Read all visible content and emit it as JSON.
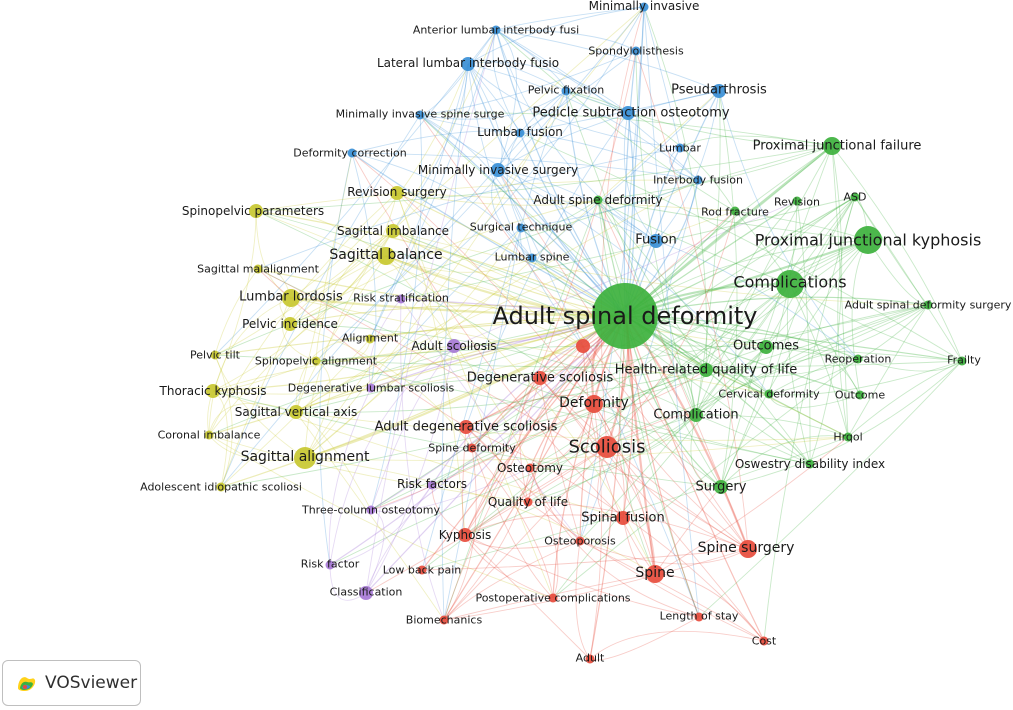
{
  "colors": {
    "red": "#e74c3c",
    "green": "#3db13d",
    "blue": "#3a8fd6",
    "yellow": "#c8c830",
    "purple": "#a77ad6"
  },
  "logo": {
    "label": "VOSviewer",
    "icon": "vosviewer-logo-icon"
  },
  "nodes": [
    {
      "id": "asd_main",
      "label": "Adult spinal deformity",
      "cluster": "green",
      "weight": 10
    },
    {
      "id": "pjk",
      "label": "Proximal junctional kyphosis",
      "cluster": "green",
      "weight": 5
    },
    {
      "id": "complications",
      "label": "Complications",
      "cluster": "green",
      "weight": 5
    },
    {
      "id": "pjf",
      "label": "Proximal junctional failure",
      "cluster": "green",
      "weight": 3
    },
    {
      "id": "asd_abbr",
      "label": "ASD",
      "cluster": "green",
      "weight": 1
    },
    {
      "id": "revision",
      "label": "Revision",
      "cluster": "green",
      "weight": 1
    },
    {
      "id": "rodfracture",
      "label": "Rod fracture",
      "cluster": "green",
      "weight": 1
    },
    {
      "id": "adsurgery",
      "label": "Adult spinal deformity surgery",
      "cluster": "green",
      "weight": 1
    },
    {
      "id": "outcomes",
      "label": "Outcomes",
      "cluster": "green",
      "weight": 2
    },
    {
      "id": "reoperation",
      "label": "Reoperation",
      "cluster": "green",
      "weight": 1
    },
    {
      "id": "frailty",
      "label": "Frailty",
      "cluster": "green",
      "weight": 1
    },
    {
      "id": "hrql_full",
      "label": "Health-related quality of life",
      "cluster": "green",
      "weight": 2
    },
    {
      "id": "cervical",
      "label": "Cervical deformity",
      "cluster": "green",
      "weight": 1
    },
    {
      "id": "outcome",
      "label": "Outcome",
      "cluster": "green",
      "weight": 1
    },
    {
      "id": "complication",
      "label": "Complication",
      "cluster": "green",
      "weight": 2
    },
    {
      "id": "hrqol",
      "label": "Hrqol",
      "cluster": "green",
      "weight": 1
    },
    {
      "id": "odi",
      "label": "Oswestry disability index",
      "cluster": "green",
      "weight": 1
    },
    {
      "id": "surgery",
      "label": "Surgery",
      "cluster": "green",
      "weight": 2
    },
    {
      "id": "adultspinedef",
      "label": "Adult spine deformity",
      "cluster": "green",
      "weight": 1
    },
    {
      "id": "minimally_invasive",
      "label": "Minimally invasive",
      "cluster": "blue",
      "weight": 1
    },
    {
      "id": "alif",
      "label": "Anterior lumbar interbody fusi",
      "cluster": "blue",
      "weight": 1
    },
    {
      "id": "spondylo",
      "label": "Spondylolisthesis",
      "cluster": "blue",
      "weight": 1
    },
    {
      "id": "llif",
      "label": "Lateral lumbar interbody fusio",
      "cluster": "blue",
      "weight": 2
    },
    {
      "id": "pelvicfix",
      "label": "Pelvic fixation",
      "cluster": "blue",
      "weight": 1
    },
    {
      "id": "pseudarthrosis",
      "label": "Pseudarthrosis",
      "cluster": "blue",
      "weight": 2
    },
    {
      "id": "miss",
      "label": "Minimally invasive spine surge",
      "cluster": "blue",
      "weight": 1
    },
    {
      "id": "pso",
      "label": "Pedicle subtraction osteotomy",
      "cluster": "blue",
      "weight": 2
    },
    {
      "id": "lumbarfusion",
      "label": "Lumbar fusion",
      "cluster": "blue",
      "weight": 1
    },
    {
      "id": "lumbar",
      "label": "Lumbar",
      "cluster": "blue",
      "weight": 1
    },
    {
      "id": "defcorr",
      "label": "Deformity correction",
      "cluster": "blue",
      "weight": 1
    },
    {
      "id": "mis",
      "label": "Minimally invasive surgery",
      "cluster": "blue",
      "weight": 2
    },
    {
      "id": "interbody",
      "label": "Interbody fusion",
      "cluster": "blue",
      "weight": 1
    },
    {
      "id": "surgtech",
      "label": "Surgical technique",
      "cluster": "blue",
      "weight": 1
    },
    {
      "id": "fusion",
      "label": "Fusion",
      "cluster": "blue",
      "weight": 2
    },
    {
      "id": "lumbarspine",
      "label": "Lumbar spine",
      "cluster": "blue",
      "weight": 1
    },
    {
      "id": "revsurgery",
      "label": "Revision surgery",
      "cluster": "yellow",
      "weight": 2
    },
    {
      "id": "spinopelvic_params",
      "label": "Spinopelvic parameters",
      "cluster": "yellow",
      "weight": 2
    },
    {
      "id": "sag_imbalance",
      "label": "Sagittal imbalance",
      "cluster": "yellow",
      "weight": 2
    },
    {
      "id": "sag_balance",
      "label": "Sagittal balance",
      "cluster": "yellow",
      "weight": 3
    },
    {
      "id": "sag_malalign",
      "label": "Sagittal malalignment",
      "cluster": "yellow",
      "weight": 1
    },
    {
      "id": "lumbar_lordosis",
      "label": "Lumbar lordosis",
      "cluster": "yellow",
      "weight": 3
    },
    {
      "id": "pelvic_incidence",
      "label": "Pelvic incidence",
      "cluster": "yellow",
      "weight": 2
    },
    {
      "id": "alignment",
      "label": "Alignment",
      "cluster": "yellow",
      "weight": 1
    },
    {
      "id": "pelvic_tilt",
      "label": "Pelvic tilt",
      "cluster": "yellow",
      "weight": 1
    },
    {
      "id": "spinopelvic_align",
      "label": "Spinopelvic alignment",
      "cluster": "yellow",
      "weight": 1
    },
    {
      "id": "thoracic_kyphosis",
      "label": "Thoracic kyphosis",
      "cluster": "yellow",
      "weight": 2
    },
    {
      "id": "svα",
      "label": "Sagittal vertical axis",
      "cluster": "yellow",
      "weight": 2
    },
    {
      "id": "coronal_imbalance",
      "label": "Coronal imbalance",
      "cluster": "yellow",
      "weight": 1
    },
    {
      "id": "sag_alignment",
      "label": "Sagittal alignment",
      "cluster": "yellow",
      "weight": 4
    },
    {
      "id": "ais",
      "label": "Adolescent idiopathic scoliosi",
      "cluster": "yellow",
      "weight": 1
    },
    {
      "id": "risk_strat",
      "label": "Risk stratification",
      "cluster": "purple",
      "weight": 1
    },
    {
      "id": "adult_scoliosis",
      "label": "Adult scoliosis",
      "cluster": "purple",
      "weight": 2
    },
    {
      "id": "degen_lumbar",
      "label": "Degenerative lumbar scoliosis",
      "cluster": "purple",
      "weight": 1
    },
    {
      "id": "risk_factors",
      "label": "Risk factors",
      "cluster": "purple",
      "weight": 1
    },
    {
      "id": "three_col",
      "label": "Three-column osteotomy",
      "cluster": "purple",
      "weight": 1
    },
    {
      "id": "risk_factor",
      "label": "Risk factor",
      "cluster": "purple",
      "weight": 1
    },
    {
      "id": "classification",
      "label": "Classification",
      "cluster": "purple",
      "weight": 2
    },
    {
      "id": "degen_scoliosis",
      "label": "Degenerative scoliosis",
      "cluster": "red",
      "weight": 2
    },
    {
      "id": "deformity",
      "label": "Deformity",
      "cluster": "red",
      "weight": 3
    },
    {
      "id": "adult_degen",
      "label": "Adult degenerative scoliosis",
      "cluster": "red",
      "weight": 2
    },
    {
      "id": "scoliosis",
      "label": "Scoliosis",
      "cluster": "red",
      "weight": 4
    },
    {
      "id": "spine_deformity",
      "label": "Spine deformity",
      "cluster": "red",
      "weight": 1
    },
    {
      "id": "osteotomy",
      "label": "Osteotomy",
      "cluster": "red",
      "weight": 1
    },
    {
      "id": "qol",
      "label": "Quality of life",
      "cluster": "red",
      "weight": 1
    },
    {
      "id": "kyphosis",
      "label": "Kyphosis",
      "cluster": "red",
      "weight": 2
    },
    {
      "id": "spinal_fusion",
      "label": "Spinal fusion",
      "cluster": "red",
      "weight": 2
    },
    {
      "id": "osteoporosis",
      "label": "Osteoporosis",
      "cluster": "red",
      "weight": 1
    },
    {
      "id": "spine_surgery",
      "label": "Spine surgery",
      "cluster": "red",
      "weight": 3
    },
    {
      "id": "spine",
      "label": "Spine",
      "cluster": "red",
      "weight": 3
    },
    {
      "id": "low_back_pain",
      "label": "Low back pain",
      "cluster": "red",
      "weight": 1
    },
    {
      "id": "postop",
      "label": "Postoperative complications",
      "cluster": "red",
      "weight": 1
    },
    {
      "id": "biomechanics",
      "label": "Biomechanics",
      "cluster": "red",
      "weight": 1
    },
    {
      "id": "length_stay",
      "label": "Length of stay",
      "cluster": "red",
      "weight": 1
    },
    {
      "id": "adult",
      "label": "Adult",
      "cluster": "red",
      "weight": 1
    },
    {
      "id": "cost",
      "label": "Cost",
      "cluster": "red",
      "weight": 1
    },
    {
      "id": "red_hub",
      "label": "",
      "cluster": "red",
      "weight": 2
    }
  ]
}
